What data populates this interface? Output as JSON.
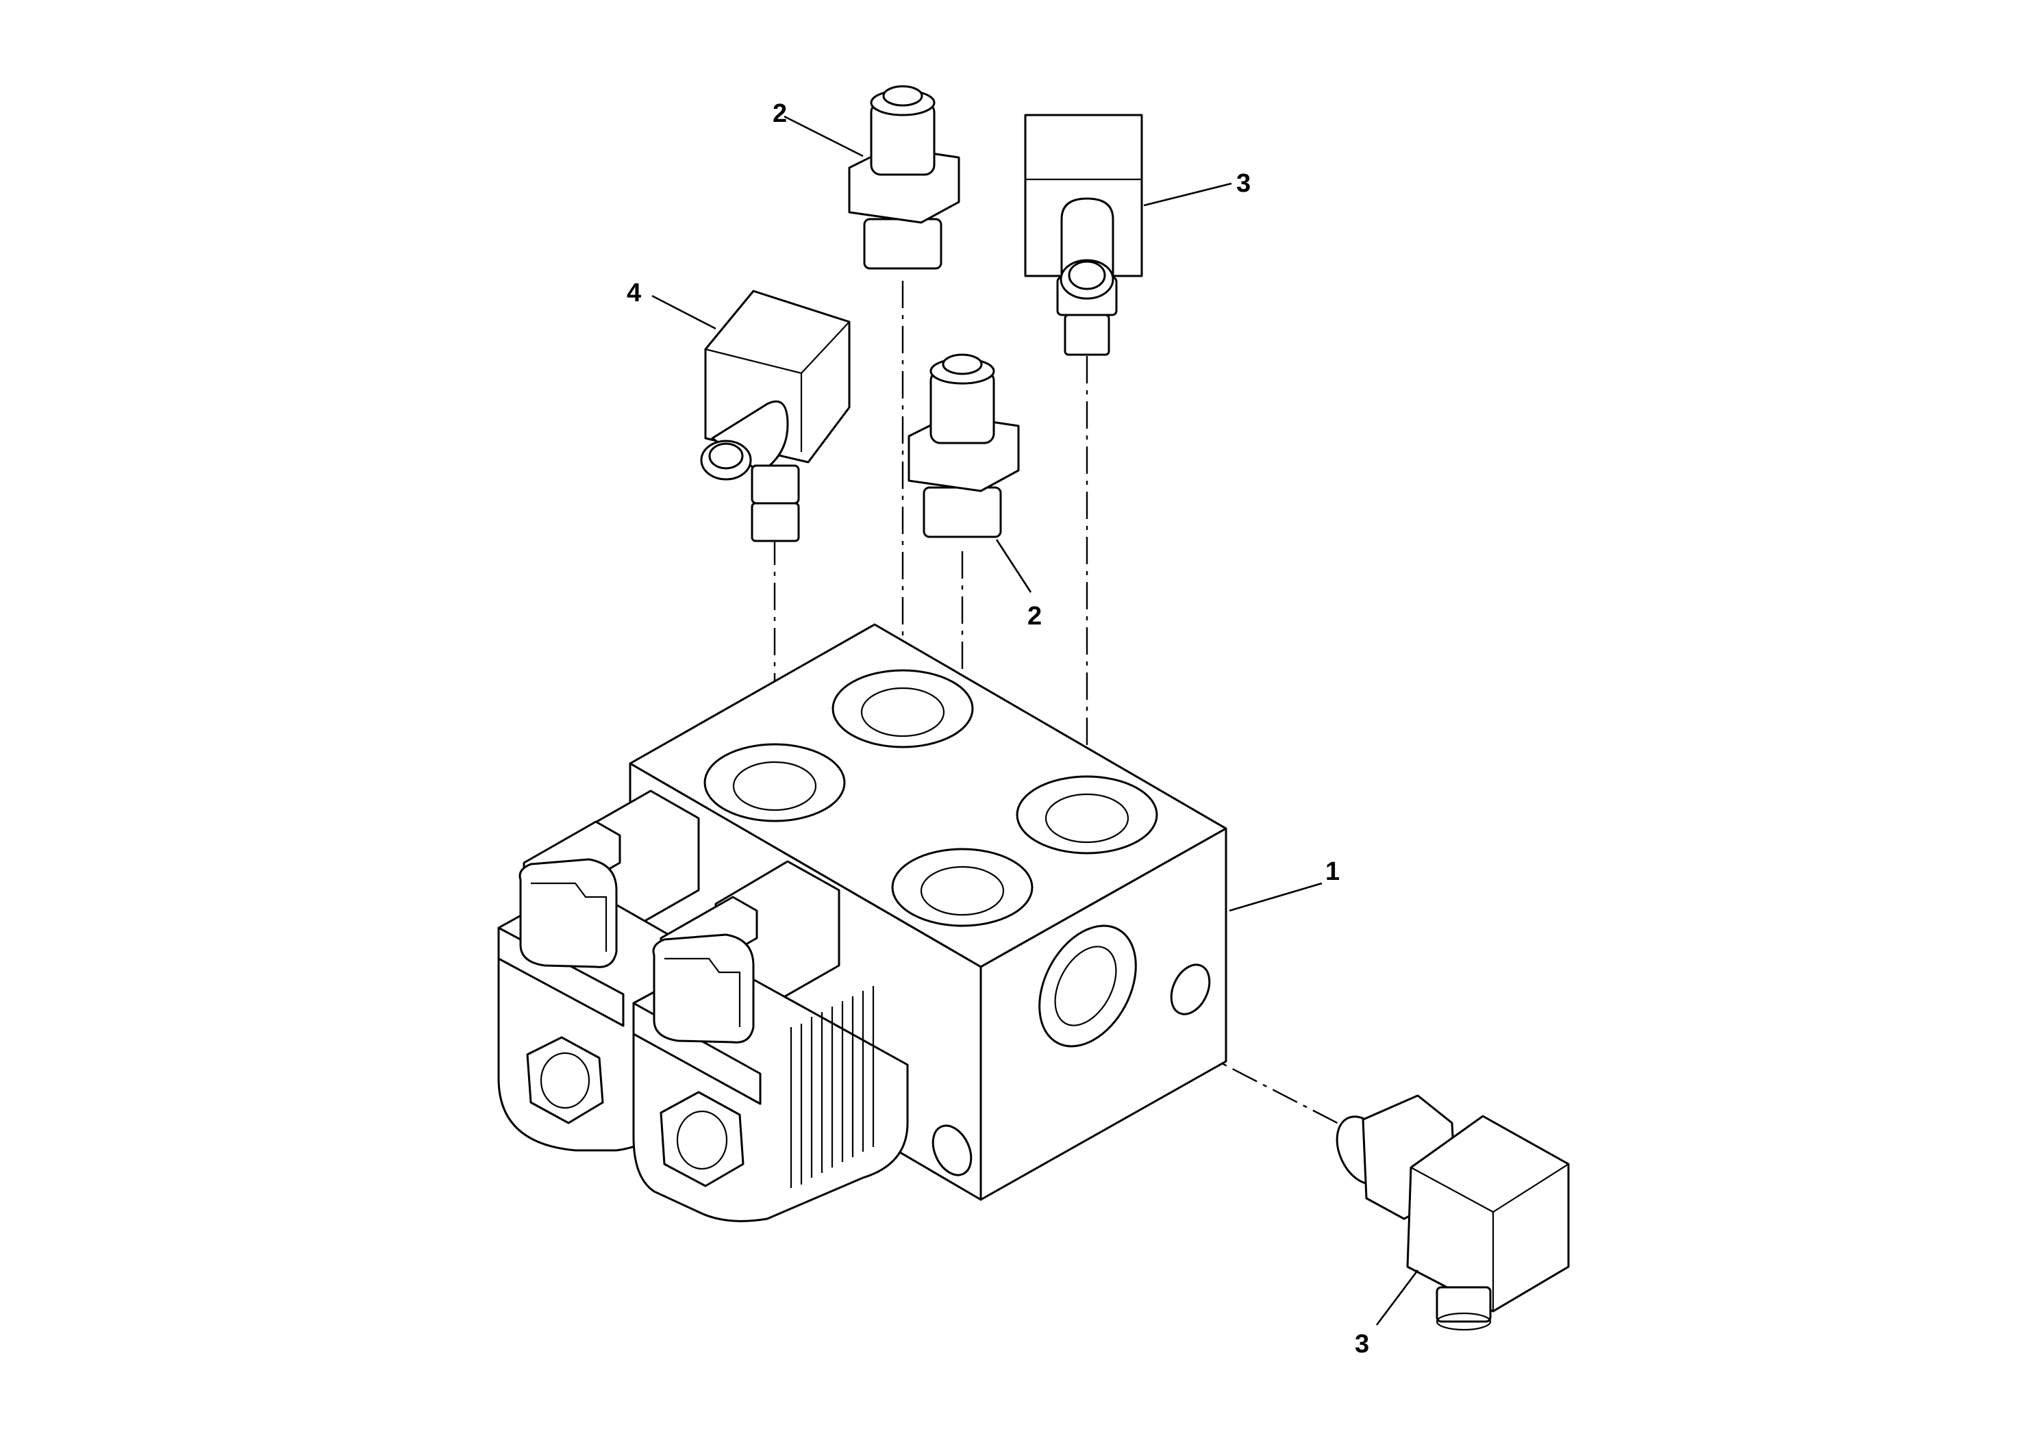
{
  "diagram": {
    "callouts": [
      {
        "id": "c1",
        "label": "1"
      },
      {
        "id": "c2a",
        "label": "2"
      },
      {
        "id": "c2b",
        "label": "2"
      },
      {
        "id": "c3a",
        "label": "3"
      },
      {
        "id": "c3b",
        "label": "3"
      },
      {
        "id": "c4",
        "label": "4"
      }
    ],
    "parts": [
      {
        "label": "1",
        "name": "valve-block"
      },
      {
        "label": "2",
        "name": "sensor-plug"
      },
      {
        "label": "3",
        "name": "angled-connector"
      },
      {
        "label": "4",
        "name": "angled-connector"
      }
    ]
  }
}
